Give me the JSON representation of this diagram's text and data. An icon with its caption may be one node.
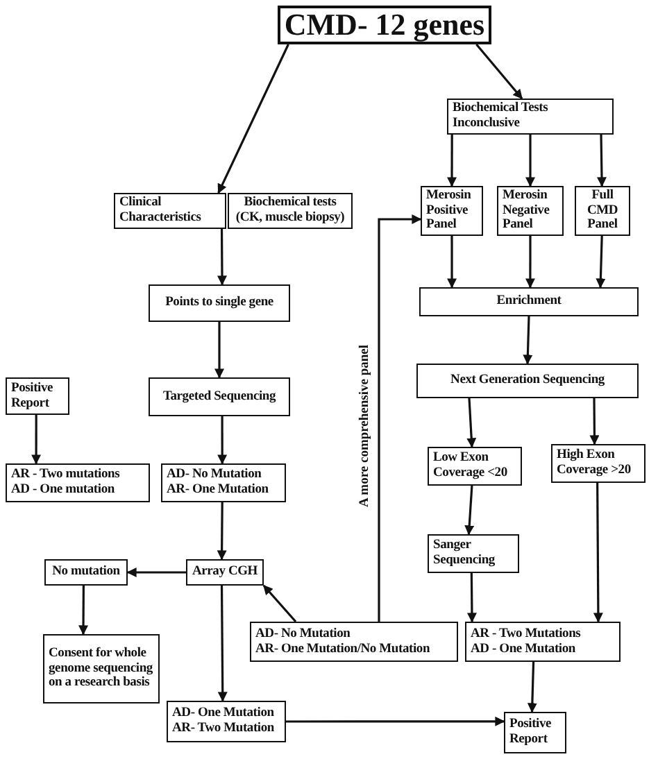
{
  "diagram": {
    "nodes": [
      {
        "text": [
          "CMD- 12 genes"
        ]
      },
      {
        "text": [
          "Biochemical Tests Inconclusive"
        ]
      },
      {
        "text": [
          "Clinical Characteristics"
        ]
      },
      {
        "text": [
          "Biochemical tests (CK, muscle biopsy)"
        ]
      },
      {
        "text": [
          "Merosin Positive Panel"
        ]
      },
      {
        "text": [
          "Merosin Negative Panel"
        ]
      },
      {
        "text": [
          "Full CMD Panel"
        ]
      },
      {
        "text": [
          "Points to single gene"
        ]
      },
      {
        "text": [
          "Enrichment"
        ]
      },
      {
        "text": [
          "Positive Report"
        ]
      },
      {
        "text": [
          "Targeted Sequencing"
        ]
      },
      {
        "text": [
          "Next Generation Sequencing"
        ]
      },
      {
        "text": [
          "AR - Two mutations",
          "AD - One mutation"
        ]
      },
      {
        "text": [
          "AD- No Mutation",
          "AR- One Mutation"
        ]
      },
      {
        "text": [
          "Low Exon Coverage <20"
        ]
      },
      {
        "text": [
          "High Exon Coverage >20"
        ]
      },
      {
        "text": [
          "No mutation"
        ]
      },
      {
        "text": [
          "Array CGH"
        ]
      },
      {
        "text": [
          "Sanger Sequencing"
        ]
      },
      {
        "text": [
          "Consent for whole genome sequencing on a research basis"
        ]
      },
      {
        "text": [
          "AD- No Mutation",
          "AR- One Mutation/No Mutation"
        ]
      },
      {
        "text": [
          "AR - Two Mutations",
          "AD - One Mutation"
        ]
      },
      {
        "text": [
          "AD- One Mutation",
          "AR- Two Mutation"
        ]
      },
      {
        "text": [
          "Positive Report"
        ]
      }
    ],
    "edges": [
      {
        "from": 0,
        "to": 2,
        "arrow": "to"
      },
      {
        "from": 0,
        "to": 1,
        "arrow": "to"
      },
      {
        "from": 1,
        "to": 4,
        "arrow": "to"
      },
      {
        "from": 1,
        "to": 5,
        "arrow": "to"
      },
      {
        "from": 1,
        "to": 6,
        "arrow": "to"
      },
      {
        "from": 4,
        "to": 8,
        "arrow": "to"
      },
      {
        "from": 5,
        "to": 8,
        "arrow": "to"
      },
      {
        "from": 6,
        "to": 8,
        "arrow": "to"
      },
      {
        "from": 2,
        "to": 7,
        "arrow": "to"
      },
      {
        "from": 7,
        "to": 10,
        "arrow": "to"
      },
      {
        "from": 8,
        "to": 11,
        "arrow": "to"
      },
      {
        "from": 11,
        "to": 14,
        "arrow": "to"
      },
      {
        "from": 11,
        "to": 15,
        "arrow": "to"
      },
      {
        "from": 9,
        "to": 12,
        "arrow": "to"
      },
      {
        "from": 10,
        "to": 13,
        "arrow": "to"
      },
      {
        "from": 13,
        "to": 17,
        "arrow": "to"
      },
      {
        "from": 17,
        "to": 16,
        "arrow": "to"
      },
      {
        "from": 16,
        "to": 19,
        "arrow": "to"
      },
      {
        "from": 17,
        "to": 22,
        "arrow": "to"
      },
      {
        "from": 14,
        "to": 18,
        "arrow": "to"
      },
      {
        "from": 18,
        "to": 21,
        "arrow": "to"
      },
      {
        "from": 15,
        "to": 21,
        "arrow": "to"
      },
      {
        "from": 21,
        "to": 23,
        "arrow": "to"
      },
      {
        "from": 22,
        "to": 23,
        "arrow": "to"
      },
      {
        "from": 20,
        "to": 17,
        "arrow": "to"
      },
      {
        "from": 20,
        "to": 4,
        "arrow": "to",
        "label": "A more comprehensive panel"
      }
    ]
  }
}
